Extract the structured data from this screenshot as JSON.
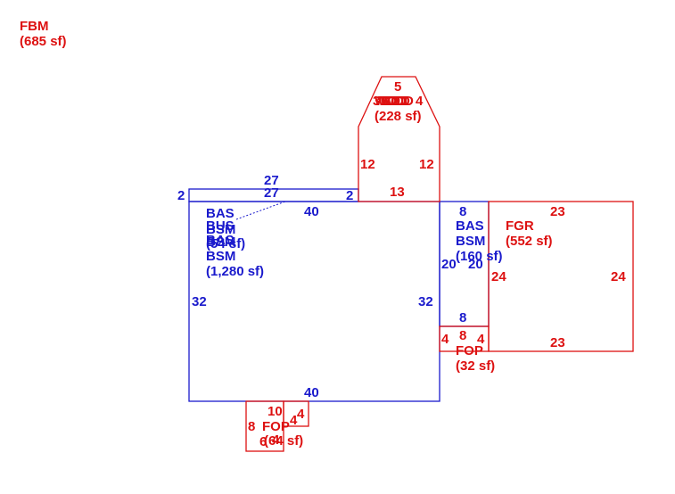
{
  "legend": {
    "fbm_label": "FBM",
    "fbm_area": "(685 sf)"
  },
  "colors": {
    "basement": "#1a1acc",
    "other": "#dd1111"
  },
  "areas": {
    "bas_main": {
      "l1": "BAS",
      "l2": "BSM",
      "l3": "BAS",
      "l4": "BSM",
      "area": "(1,280 sf)"
    },
    "bus": {
      "l1": "BUS",
      "l2": "BSM",
      "area": "(54 sf)"
    },
    "wdd": {
      "l1": "WDD",
      "l2": "WDD",
      "l3": "WDD",
      "area": "(228 sf)"
    },
    "bas_small": {
      "l1": "BAS",
      "l2": "BSM",
      "area": "(160 sf)"
    },
    "fgr": {
      "label": "FGR",
      "area": "(552 sf)"
    },
    "fop_right": {
      "label": "FOP",
      "area": "(32 sf)"
    },
    "fop_bottom": {
      "label": "FOP",
      "area": "(64 sf)"
    }
  },
  "dims": {
    "strip_left": "2",
    "strip_top": "27",
    "strip_bottom": "27",
    "strip_right": "2",
    "main_top": "40",
    "main_left": "32",
    "main_right": "32",
    "main_bottom": "40",
    "wdd_tip": "5",
    "wdd_tip_pieces": [
      "3",
      "6",
      "10",
      "4"
    ],
    "wdd_left": "12",
    "wdd_right": "12",
    "wdd_base": "13",
    "small_top": "8",
    "small_left": "20",
    "small_right": "20",
    "small_bottom": "8",
    "fgr_top": "23",
    "fgr_left": "24",
    "fgr_right": "24",
    "fgr_bottom": "23",
    "fopr_left": "4",
    "fopr_top": "8",
    "fopr_right": "4",
    "fopb_top": "10",
    "fopb_left": "8",
    "fopb_right": "4",
    "fopb_right2": "4",
    "fopb_bottom": "6",
    "fopb_bottom2": "4"
  }
}
